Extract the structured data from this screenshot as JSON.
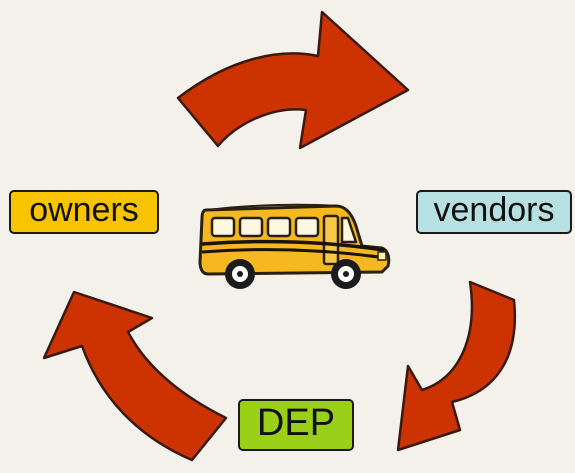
{
  "diagram": {
    "nodes": [
      {
        "id": "owners",
        "label": "owners",
        "fill": "#f8c300"
      },
      {
        "id": "vendors",
        "label": "vendors",
        "fill": "#b6e0e2"
      },
      {
        "id": "dep",
        "label": "DEP",
        "fill": "#9ad017"
      }
    ],
    "center_icon": "school-bus-icon",
    "arrow_color": "#cc3300",
    "edges": [
      {
        "from": "owners",
        "to": "vendors"
      },
      {
        "from": "vendors",
        "to": "dep"
      },
      {
        "from": "dep",
        "to": "owners"
      }
    ]
  }
}
